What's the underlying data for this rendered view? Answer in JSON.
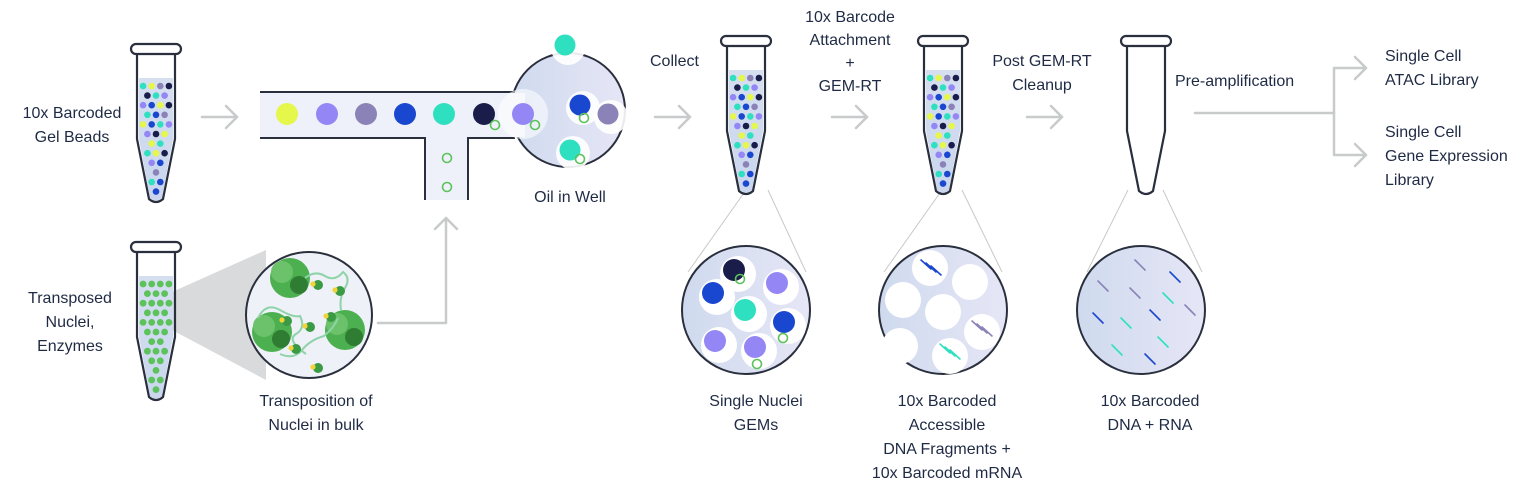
{
  "title": "Single Cell Multiome ATAC + Gene Expression workflow",
  "colors": {
    "text": "#1f2a44",
    "outline": "#2a2f3d",
    "arrow": "#c8cacc",
    "liquid": "#dde5f2",
    "channel": "#eef1f9",
    "bead_yellow": "#e4f74a",
    "bead_lavender": "#9487f5",
    "bead_gray_purple": "#8b83b8",
    "bead_blue": "#1a47cf",
    "bead_teal": "#2fe0c0",
    "bead_navy": "#1a1d4a",
    "nuclei_green": "#5cc25a",
    "enzyme_yellow": "#f2d43a"
  },
  "labels": {
    "gel_beads": [
      "10x Barcoded",
      "Gel Beads"
    ],
    "nuclei": [
      "Transposed",
      "Nuclei,",
      "Enzymes"
    ],
    "transposition": [
      "Transposition of",
      "Nuclei in bulk"
    ],
    "oil_in_well": [
      "Oil in Well"
    ],
    "collect": [
      "Collect"
    ],
    "barcode_attachment": [
      "10x Barcode",
      "Attachment",
      "+",
      "GEM-RT"
    ],
    "post_cleanup": [
      "Post GEM-RT",
      "Cleanup"
    ],
    "preamp": [
      "Pre-amplification"
    ],
    "atac_library": [
      "Single Cell",
      "ATAC Library"
    ],
    "gex_library": [
      "Single Cell",
      "Gene Expression",
      "Library"
    ],
    "gems": [
      "Single Nuclei",
      "GEMs"
    ],
    "barcoded_fragments": [
      "10x Barcoded",
      "Accessible",
      "DNA Fragments +",
      "10x Barcoded mRNA"
    ],
    "barcoded_dna_rna": [
      "10x Barcoded",
      "DNA + RNA"
    ]
  },
  "channel_beads": [
    "bead_yellow",
    "bead_lavender",
    "bead_gray_purple",
    "bead_blue",
    "bead_teal",
    "bead_navy",
    "bead_lavender"
  ]
}
